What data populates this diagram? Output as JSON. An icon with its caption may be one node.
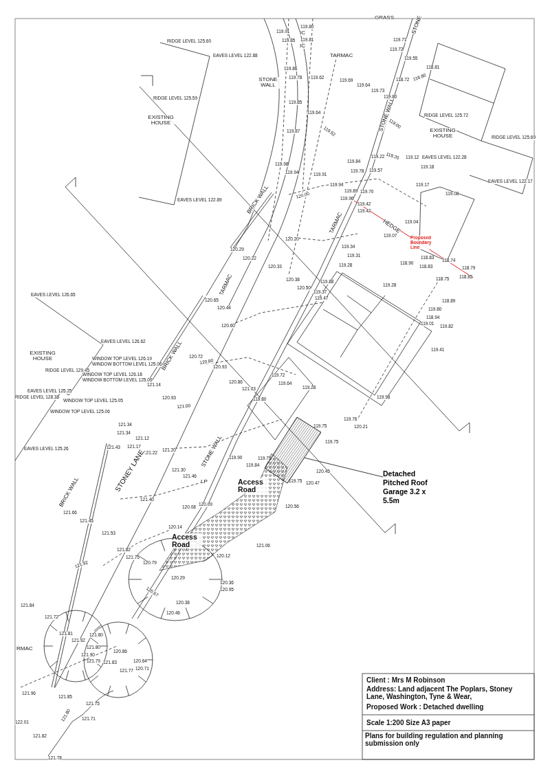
{
  "diagram": {
    "nodes": [
      {
        "text": [
          "Detached Pitched Roof Garage 3.2 x 5.5m"
        ]
      },
      {
        "text": [],
        "shape": "box"
      }
    ],
    "edges": [
      {
        "from": 0,
        "to": 1,
        "arrow": "none"
      }
    ],
    "labels": [
      "RIDGE LEVEL 125.60",
      "EAVES LEVEL 122.88",
      "119.91",
      "119.80",
      "IC",
      "119.85",
      "119.81",
      "IC",
      "GRASS",
      "STONE",
      "119.71",
      "119.72",
      "119.55",
      "TARMAC",
      "STONE WALL",
      "119.86",
      "119.78",
      "119.62",
      "119.69",
      "118.81",
      "118.72",
      "118.80",
      "RIDGE LEVEL 125.59",
      "119.64",
      "119.73",
      "119.80",
      "119.85",
      "STONE WALL",
      "119.64",
      "EXISTING HOUSE",
      "RIDGE LEVEL 125.72",
      "119.00",
      "EXISTING HOUSE",
      "119.87",
      "119.82",
      "RIDGE LEVEL 125.69",
      "119.22",
      "119.20",
      "119.12",
      "EAVES LEVEL 122.28",
      "119.84",
      "119.98",
      "119.78",
      "119.57",
      "119.18",
      "119.94",
      "119.91",
      "EAVES LEVEL 122.17",
      "119.94",
      "119.17",
      "119.89",
      "119.70",
      "119.08",
      "120.00",
      "119.96",
      "EAVES LEVEL 122.89",
      "119.42",
      "119.42",
      "BRICK WALL",
      "TARMAC",
      "HEDGE",
      "119.04",
      "119.07",
      "Proposed Boundary Line",
      "120.20",
      "119.34",
      "119.31",
      "120.29",
      "120.22",
      "118.83",
      "118.74",
      "119.28",
      "118.90",
      "118.83",
      "118.79",
      "118.75",
      "118.85",
      "120.33",
      "120.38",
      "119.88",
      "120.50",
      "119.37",
      "119.47",
      "TARMAC",
      "119.28",
      "EAVES LEVEL 126.65",
      "120.65",
      "118.89",
      "120.44",
      "119.80",
      "118.94",
      "119.01",
      "120.60",
      "119.82",
      "EAVES LEVEL 126.62",
      "119.41",
      "EXISTING HOUSE",
      "BRICK WALL",
      "120.72",
      "120.80",
      "120.93",
      "WINDOW TOP LEVEL 126.19",
      "WINDOW BOTTOM LEVEL 125.06",
      "RIDGE LEVEL 129.45",
      "WINDOW TOP LEVEL 126.18",
      "WINDOW BOTTOM LEVEL 125.09",
      "121.14",
      "120.86",
      "121.03",
      "119.72",
      "119.64",
      "119.28",
      "EAVES LEVEL 125.25",
      "RIDGE LEVEL 128.38",
      "WINDOW TOP LEVEL 125.05",
      "120.93",
      "119.80",
      "119.98",
      "121.00",
      "WINDOW TOP LEVEL 125.06",
      "119.76",
      "121.34",
      "119.75",
      "120.21",
      "121.34",
      "121.12",
      "119.75",
      "EAVES LEVEL 125.26",
      "121.43",
      "121.17",
      "121.22",
      "121.20",
      "119.90",
      "STONE WALL",
      "119.75",
      "119.84",
      "STONEY LANE",
      "121.30",
      "121.46",
      "LP",
      "120.08",
      "120.09",
      "121.40",
      "Access Road",
      "120.45",
      "119.75",
      "120.47",
      "120.56",
      "BRICK WALL",
      "121.66",
      "121.45",
      "120.14",
      "121.53",
      "Access Road",
      "121.82",
      "121.06",
      "121.75",
      "120.79",
      "120.12",
      "121.92",
      "120.29",
      "120.36",
      "120.95",
      "120.67",
      "121.84",
      "120.38",
      "120.46",
      "121.72",
      "121.81",
      "121.80",
      "121.92",
      "121.80",
      "RMAC",
      "120.86",
      "121.90",
      "121.79",
      "121.83",
      "120.64",
      "120.71",
      "121.77",
      "121.96",
      "121.85",
      "121.75",
      "122.01",
      "121.80",
      "121.71",
      "121.82",
      "121.78",
      "Client : Mrs M Robinson",
      "Address: Land adjacent The Poplars, Stoney Lane, Washington, Tyne & Wear,",
      "Proposed Work : Detached dwelling",
      "Scale 1:200 Size A3 paper",
      "Plans for building regulation and planning submission only"
    ]
  }
}
